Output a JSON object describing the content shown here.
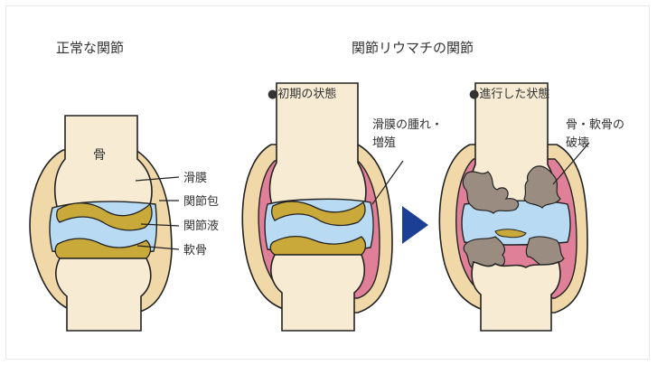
{
  "titles": {
    "normal": "正常な関節",
    "ra": "関節リウマチの関節"
  },
  "subtitles": {
    "early": "●初期の状態",
    "advanced": "●進行した状態"
  },
  "labels": {
    "bone": "骨",
    "synovium": "滑膜",
    "capsule": "関節包",
    "fluid": "関節液",
    "cartilage": "軟骨",
    "swelling_line1": "滑膜の腫れ・",
    "swelling_line2": "増殖",
    "destruction_line1": "骨・軟骨の",
    "destruction_line2": "破壊"
  },
  "colors": {
    "bone": "#f7ecd3",
    "capsule": "#f0d8a8",
    "synovium": "#e07f98",
    "fluid": "#b8daf2",
    "cartilage": "#c9a93a",
    "erosion": "#9a8c80",
    "outline": "#222222",
    "arrow": "#1c3f96"
  }
}
